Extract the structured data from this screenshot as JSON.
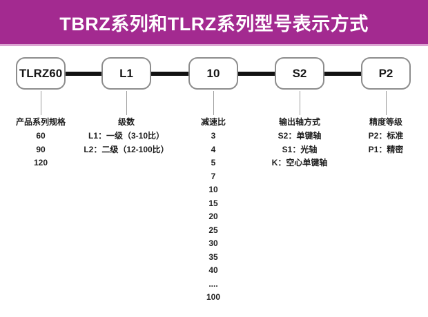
{
  "title": "TBRZ系列和TLRZ系列型号表示方式",
  "colors": {
    "header_bar": "#a32a90",
    "header_underline": "#dba4d2",
    "box_border": "#8c8c8c",
    "connector": "#121212",
    "text": "#1d1d1d"
  },
  "columns": [
    {
      "code": "TLRZ60",
      "header": "产品系列规格",
      "items": [
        "60",
        "90",
        "120"
      ]
    },
    {
      "code": "L1",
      "header": "级数",
      "items": [
        "L1：一级（3-10比）",
        "L2：二级（12-100比）"
      ]
    },
    {
      "code": "10",
      "header": "减速比",
      "items": [
        "3",
        "4",
        "5",
        "7",
        "10",
        "15",
        "20",
        "25",
        "30",
        "35",
        "40",
        "....",
        "100"
      ]
    },
    {
      "code": "S2",
      "header": "输出轴方式",
      "items": [
        "S2：单键轴",
        "S1：光轴",
        "K：空心单键轴"
      ]
    },
    {
      "code": "P2",
      "header": "精度等级",
      "items": [
        "P2：标准",
        "P1：精密"
      ]
    }
  ]
}
